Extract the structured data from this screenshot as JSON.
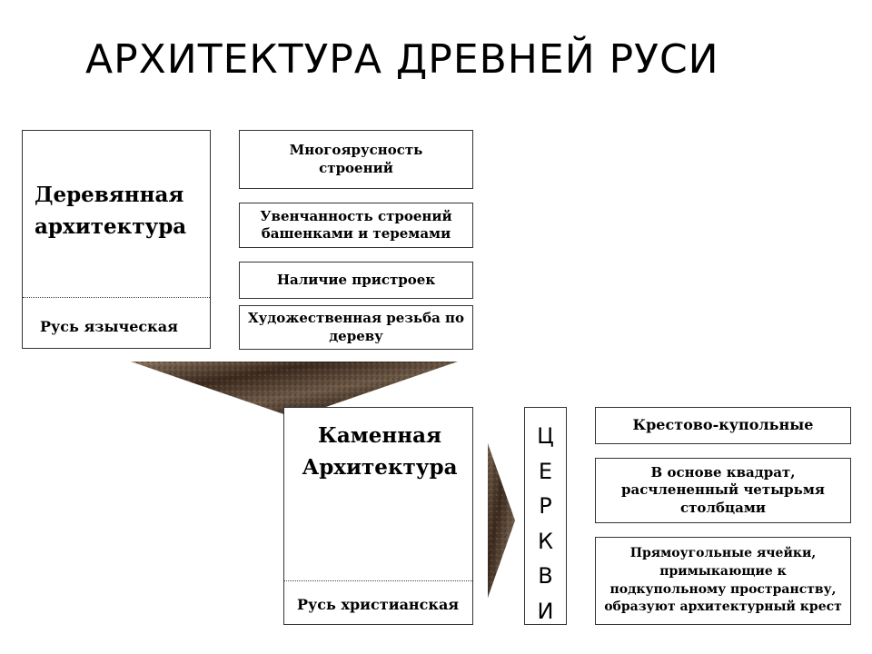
{
  "title": "АРХИТЕКТУРА ДРЕВНЕЙ РУСИ",
  "wooden": {
    "heading": "Деревянная\nархитектура",
    "period": "Русь языческая",
    "features": [
      "Многоярусность строений",
      "Увенчанность строений башенками и теремами",
      "Наличие пристроек",
      "Художественная резьба по дереву"
    ]
  },
  "stone": {
    "heading": "Каменная\nАрхитектура",
    "period": "Русь христианская"
  },
  "churches": {
    "letters": [
      "Ц",
      "Е",
      "Р",
      "К",
      "В",
      "И"
    ],
    "features": [
      "Крестово-купольные",
      "В основе квадрат, расчлененный четырьмя столбцами",
      "Прямоугольные ячейки, примыкающие к подкупольному пространству, образуют архитектурный крест"
    ]
  },
  "colors": {
    "arrow_dark": "#3b2a1e",
    "arrow_light": "#8a7560",
    "border": "#333333"
  }
}
